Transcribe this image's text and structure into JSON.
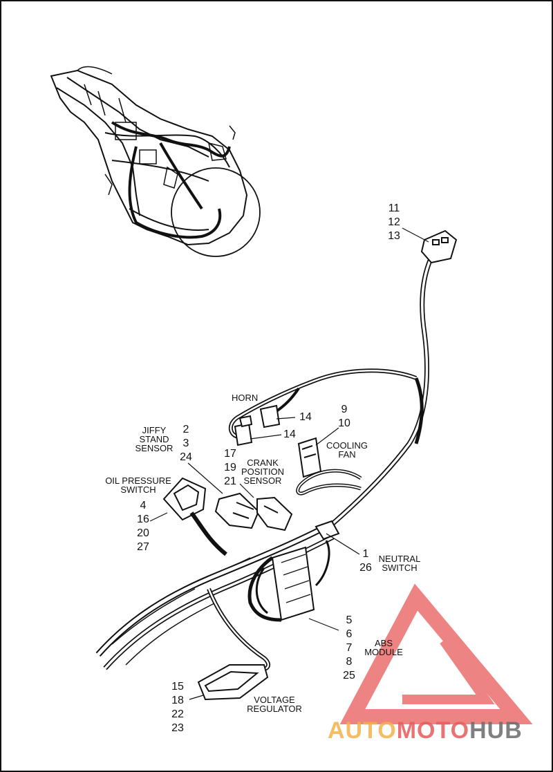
{
  "colors": {
    "line": "#111111",
    "watermark_red": "#e85a5a",
    "watermark_orange": "#f5b14a",
    "watermark_gray": "#6b6b6b"
  },
  "labels": {
    "horn": "HORN",
    "jiffy": [
      "JIFFY",
      "STAND",
      "SENSOR"
    ],
    "oil": [
      "OIL PRESSURE",
      "SWITCH"
    ],
    "crank": [
      "CRANK",
      "POSITION",
      "SENSOR"
    ],
    "cooling": [
      "COOLING",
      "FAN"
    ],
    "neutral": [
      "NEUTRAL",
      "SWITCH"
    ],
    "abs": [
      "ABS",
      "MODULE"
    ],
    "voltage": [
      "VOLTAGE",
      "REGULATOR"
    ]
  },
  "callouts": {
    "c11_13": [
      "11",
      "12",
      "13"
    ],
    "c9_10": [
      "9",
      "10"
    ],
    "c14a": "14",
    "c14b": "14",
    "c2_24": [
      "2",
      "3",
      "24"
    ],
    "c17_21": [
      "17",
      "19",
      "21"
    ],
    "c4_27": [
      "4",
      "16",
      "20",
      "27"
    ],
    "c1_26": [
      "1",
      "26"
    ],
    "c5_25": [
      "5",
      "6",
      "7",
      "8",
      "25"
    ],
    "c15_23": [
      "15",
      "18",
      "22",
      "23"
    ]
  },
  "watermark": {
    "part1": "AUTO",
    "part2": "MOTO",
    "part3": "HUB"
  }
}
